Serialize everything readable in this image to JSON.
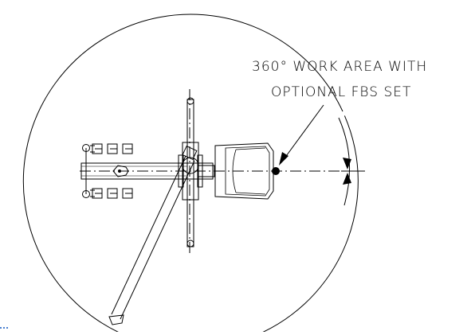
{
  "annotation": {
    "line1": "360° WORK AREA WITH",
    "line2": "OPTIONAL FBS SET"
  },
  "colors": {
    "ink": "#000000",
    "background": "#ffffff",
    "corner_dots": "#4a7fd0"
  },
  "icons": {
    "arrowhead": "filled-triangle",
    "pivot": "filled-circle"
  }
}
